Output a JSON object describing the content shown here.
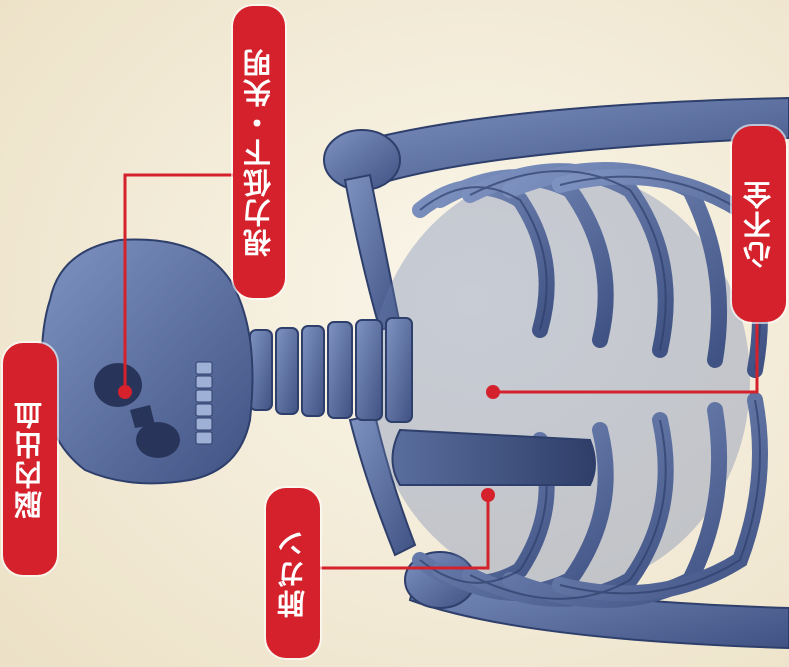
{
  "labels": {
    "vision": "視力低下・失明",
    "heart": "心不全",
    "brain": "脳内出血",
    "lung": "肺ガン"
  },
  "colors": {
    "label_red": "#d5212b",
    "bone_blue": "#5a6e9e",
    "background_cream": "#f3ebd6"
  }
}
